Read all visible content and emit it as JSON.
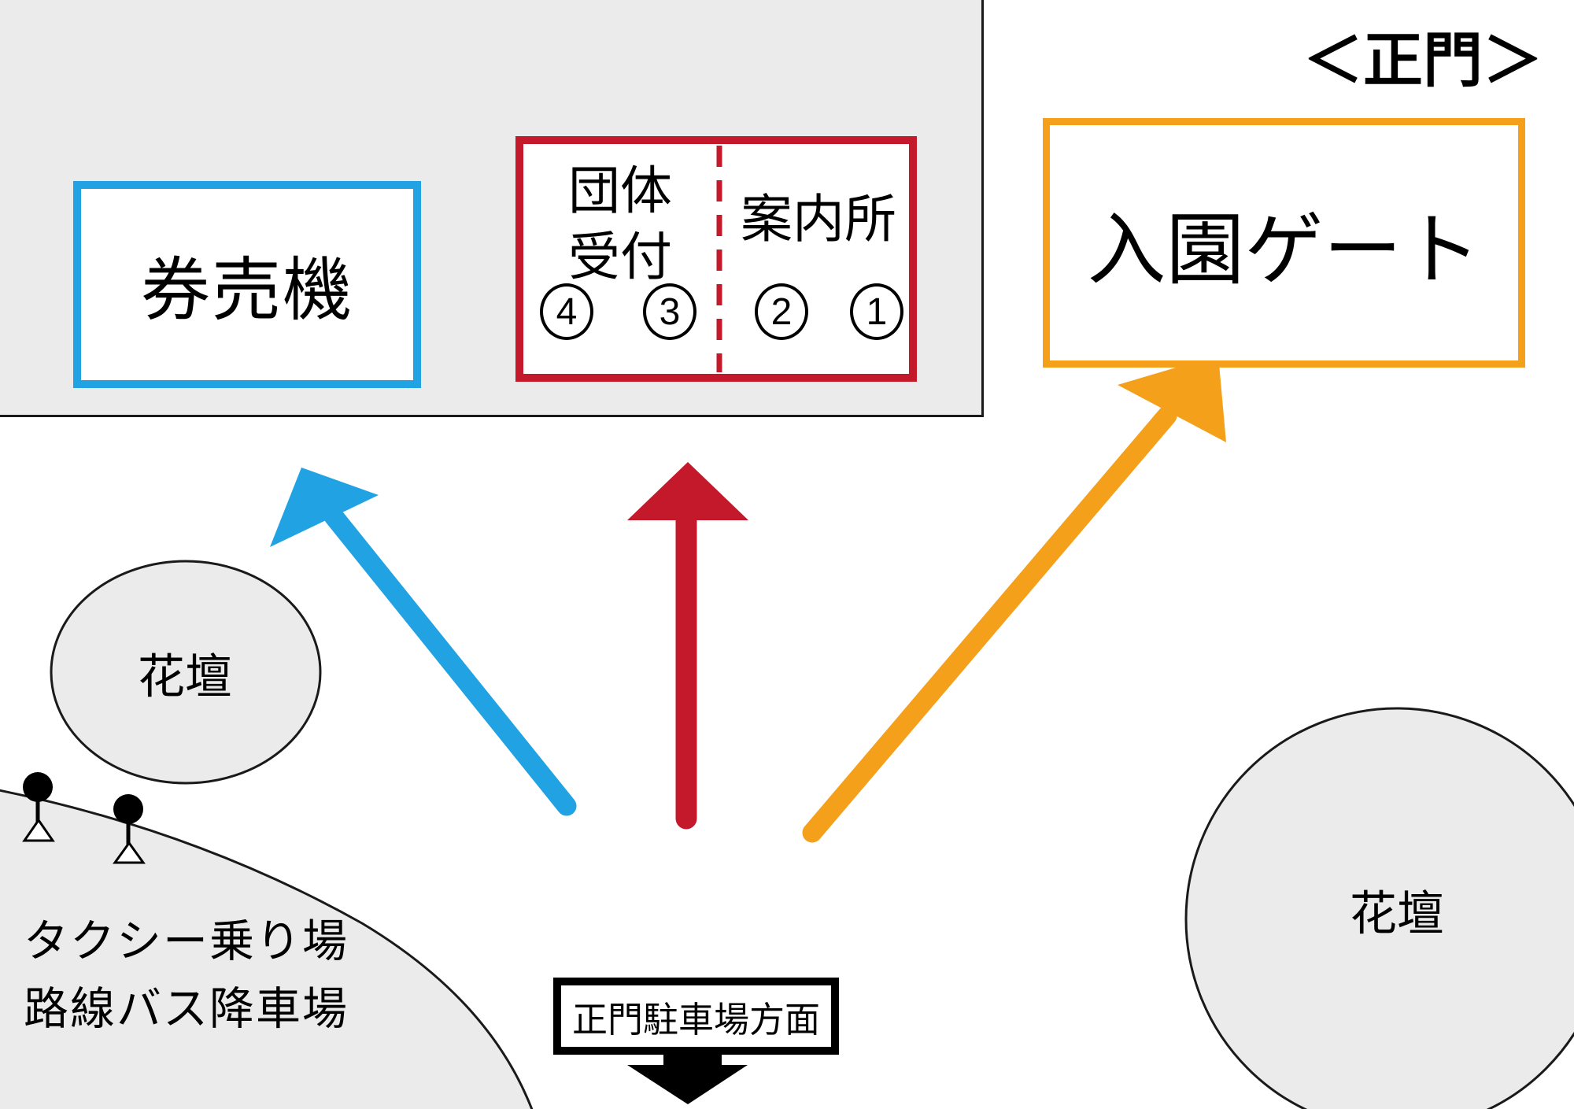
{
  "header": {
    "gate_area_label": "＜正門＞"
  },
  "building": {
    "ticket_machine_label": "券売機",
    "group_reception_label": "団体\n受付",
    "information_label": "案内所",
    "window_numbers": [
      "4",
      "3",
      "2",
      "1"
    ]
  },
  "entrance_gate_label": "入園ゲート",
  "flower_beds": {
    "left_label": "花壇",
    "right_label": "花壇"
  },
  "transport_area": {
    "taxi_stand_label": "タクシー乗り場",
    "bus_dropoff_label": "路線バス降車場"
  },
  "parking_sign": {
    "label": "正門駐車場方面"
  },
  "colors": {
    "route_blue": "#21A2E3",
    "route_red": "#C4182B",
    "route_orange": "#F5A01B",
    "area_gray": "#EBEBEB",
    "outline_black": "#1a1a1a"
  }
}
